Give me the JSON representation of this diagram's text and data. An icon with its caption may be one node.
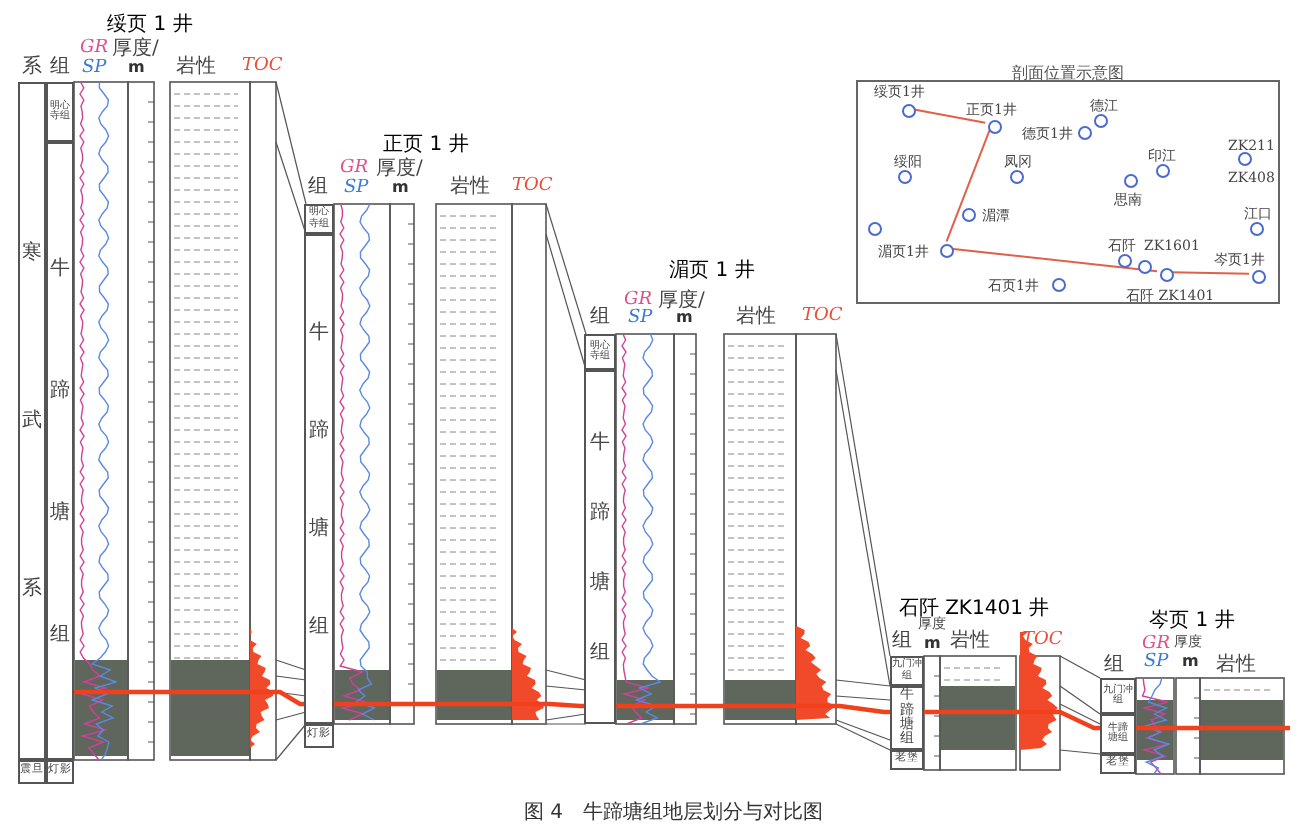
{
  "diagram": {
    "caption": "图 4　牛蹄塘组地层划分与对比图",
    "nodes": [
      {
        "text": [
          "绥页 1 井"
        ]
      },
      {
        "text": [
          "寒武系"
        ],
        "in": 0
      },
      {
        "text": [
          "震旦"
        ],
        "in": 0
      },
      {
        "text": [
          "明心寺组"
        ],
        "in": 0
      },
      {
        "text": [
          "牛蹄塘组"
        ],
        "in": 0
      },
      {
        "text": [
          "灯影"
        ],
        "in": 0
      },
      {
        "text": [
          "正页 1 井"
        ]
      },
      {
        "text": [
          "明心寺组"
        ],
        "in": 6
      },
      {
        "text": [
          "牛蹄塘组"
        ],
        "in": 6
      },
      {
        "text": [
          "灯影"
        ],
        "in": 6
      },
      {
        "text": [
          "湄页 1 井"
        ]
      },
      {
        "text": [
          "明心寺组"
        ],
        "in": 10
      },
      {
        "text": [
          "牛蹄塘组"
        ],
        "in": 10
      },
      {
        "text": [
          "石阡 ZK1401 井"
        ]
      },
      {
        "text": [
          "九门冲组"
        ],
        "in": 13
      },
      {
        "text": [
          "牛蹄塘组"
        ],
        "in": 13
      },
      {
        "text": [
          "老堡"
        ],
        "in": 13
      },
      {
        "text": [
          "岑页 1 井"
        ]
      },
      {
        "text": [
          "九门冲组"
        ],
        "in": 17
      },
      {
        "text": [
          "牛蹄塘组"
        ],
        "in": 17
      },
      {
        "text": [
          "老堡"
        ],
        "in": 17
      },
      {
        "text": [
          "剖面位置示意图"
        ]
      },
      {
        "text": [],
        "shape": "circle",
        "in": 21,
        "beside": [
          "绥页1井"
        ]
      },
      {
        "text": [],
        "shape": "circle",
        "in": 21,
        "beside": [
          "德江"
        ]
      },
      {
        "text": [],
        "shape": "circle",
        "in": 21,
        "beside": [
          "正页1井"
        ]
      },
      {
        "text": [],
        "shape": "circle",
        "in": 21,
        "beside": [
          "德页1井"
        ]
      },
      {
        "text": [],
        "shape": "circle",
        "in": 21,
        "beside": [
          "ZK211",
          "ZK408"
        ]
      },
      {
        "text": [],
        "shape": "circle",
        "in": 21,
        "beside": [
          "印江"
        ]
      },
      {
        "text": [],
        "shape": "circle",
        "in": 21,
        "beside": [
          "绥阳"
        ]
      },
      {
        "text": [],
        "shape": "circle",
        "in": 21,
        "beside": [
          "凤冈"
        ]
      },
      {
        "text": [],
        "shape": "circle",
        "in": 21,
        "beside": [
          "思南"
        ]
      },
      {
        "text": [],
        "shape": "circle",
        "in": 21,
        "beside": [
          "湄潭"
        ]
      },
      {
        "text": [],
        "shape": "circle",
        "in": 21
      },
      {
        "text": [],
        "shape": "circle",
        "in": 21,
        "beside": [
          "江口"
        ]
      },
      {
        "text": [],
        "shape": "circle",
        "in": 21,
        "beside": [
          "湄页1井"
        ]
      },
      {
        "text": [],
        "shape": "circle",
        "in": 21,
        "beside": [
          "石阡"
        ]
      },
      {
        "text": [],
        "shape": "circle",
        "in": 21,
        "beside": [
          "ZK1601"
        ]
      },
      {
        "text": [],
        "shape": "circle",
        "in": 21,
        "beside": [
          "石阡 ZK1401"
        ]
      },
      {
        "text": [],
        "shape": "circle",
        "in": 21,
        "beside": [
          "岑页1井"
        ]
      },
      {
        "text": [],
        "shape": "circle",
        "in": 21,
        "beside": [
          "石页1井"
        ]
      }
    ],
    "edges": [
      {
        "from": 22,
        "to": 24,
        "arrow": "none",
        "color": "#e0604a"
      },
      {
        "from": 24,
        "to": 34,
        "arrow": "none",
        "color": "#e0604a"
      },
      {
        "from": 34,
        "to": 37,
        "arrow": "none",
        "color": "#e0604a"
      },
      {
        "from": 37,
        "to": 38,
        "arrow": "none",
        "color": "#e0604a"
      }
    ],
    "labels": [
      "系",
      "组",
      "GR",
      "SP",
      "厚度/",
      "m",
      "岩性",
      "TOC",
      "组",
      "GR",
      "SP",
      "厚度/",
      "m",
      "岩性",
      "TOC",
      "组",
      "GR",
      "SP",
      "厚度/",
      "m",
      "岩性",
      "TOC",
      "组",
      "厚度",
      "m",
      "岩性",
      "TOC",
      "组",
      "GR",
      "SP",
      "厚度",
      "m",
      "岩性"
    ]
  }
}
